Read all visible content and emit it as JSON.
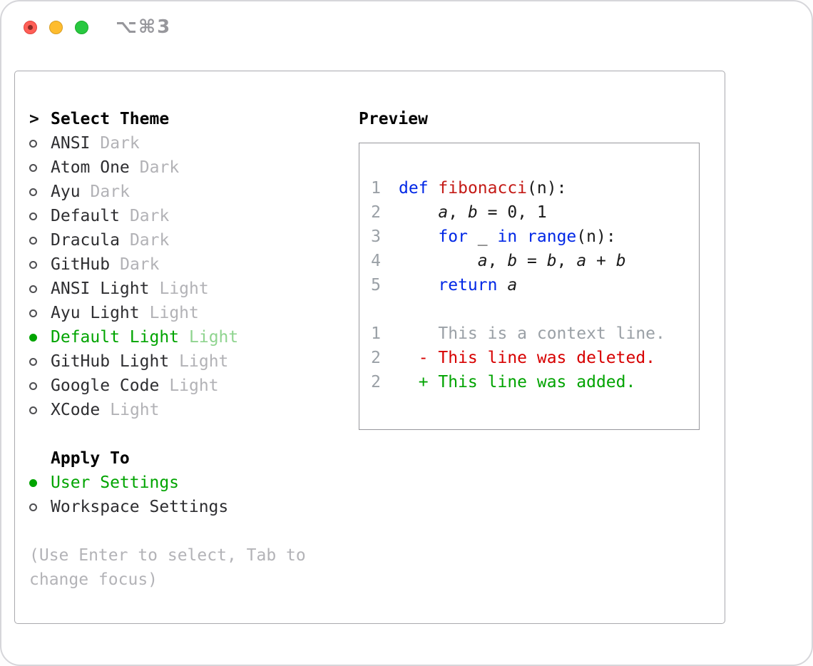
{
  "window": {
    "shortcut": "⌥⌘3"
  },
  "theme_selector": {
    "prompt": ">",
    "title": "Select Theme",
    "items": [
      {
        "name": "ANSI",
        "variant": "Dark",
        "selected": false
      },
      {
        "name": "Atom One",
        "variant": "Dark",
        "selected": false
      },
      {
        "name": "Ayu",
        "variant": "Dark",
        "selected": false
      },
      {
        "name": "Default",
        "variant": "Dark",
        "selected": false
      },
      {
        "name": "Dracula",
        "variant": "Dark",
        "selected": false
      },
      {
        "name": "GitHub",
        "variant": "Dark",
        "selected": false
      },
      {
        "name": "ANSI Light",
        "variant": "Light",
        "selected": false
      },
      {
        "name": "Ayu Light",
        "variant": "Light",
        "selected": false
      },
      {
        "name": "Default Light",
        "variant": "Light",
        "selected": true
      },
      {
        "name": "GitHub Light",
        "variant": "Light",
        "selected": false
      },
      {
        "name": "Google Code",
        "variant": "Light",
        "selected": false
      },
      {
        "name": "XCode",
        "variant": "Light",
        "selected": false
      }
    ],
    "apply_to": {
      "title": "Apply To",
      "options": [
        {
          "label": "User Settings",
          "selected": true
        },
        {
          "label": "Workspace Settings",
          "selected": false
        }
      ]
    },
    "hint": [
      "(Use Enter to select, Tab to",
      "change focus)"
    ]
  },
  "preview": {
    "title": "Preview",
    "code_lines": [
      {
        "num": "1",
        "tokens": [
          {
            "t": "def",
            "c": "kw"
          },
          {
            "t": " ",
            "c": "plain"
          },
          {
            "t": "fibonacci",
            "c": "fn"
          },
          {
            "t": "(n):",
            "c": "plain"
          }
        ]
      },
      {
        "num": "2",
        "tokens": [
          {
            "t": "    ",
            "c": "plain"
          },
          {
            "t": "a",
            "c": "it"
          },
          {
            "t": ", ",
            "c": "plain"
          },
          {
            "t": "b",
            "c": "it"
          },
          {
            "t": " = 0, 1",
            "c": "plain"
          }
        ]
      },
      {
        "num": "3",
        "tokens": [
          {
            "t": "    ",
            "c": "plain"
          },
          {
            "t": "for",
            "c": "kw"
          },
          {
            "t": " _ ",
            "c": "plain"
          },
          {
            "t": "in",
            "c": "kw"
          },
          {
            "t": " ",
            "c": "plain"
          },
          {
            "t": "range",
            "c": "kw"
          },
          {
            "t": "(n):",
            "c": "plain"
          }
        ]
      },
      {
        "num": "4",
        "tokens": [
          {
            "t": "        ",
            "c": "plain"
          },
          {
            "t": "a",
            "c": "it"
          },
          {
            "t": ", ",
            "c": "plain"
          },
          {
            "t": "b",
            "c": "it"
          },
          {
            "t": " = ",
            "c": "plain"
          },
          {
            "t": "b",
            "c": "it"
          },
          {
            "t": ", ",
            "c": "plain"
          },
          {
            "t": "a",
            "c": "it"
          },
          {
            "t": " + ",
            "c": "plain"
          },
          {
            "t": "b",
            "c": "it"
          }
        ]
      },
      {
        "num": "5",
        "tokens": [
          {
            "t": "    ",
            "c": "plain"
          },
          {
            "t": "return",
            "c": "kw"
          },
          {
            "t": " ",
            "c": "plain"
          },
          {
            "t": "a",
            "c": "it"
          }
        ]
      }
    ],
    "diff_lines": [
      {
        "num": "1",
        "text": "    This is a context line.",
        "kind": "ctx"
      },
      {
        "num": "2",
        "text": "  - This line was deleted.",
        "kind": "del"
      },
      {
        "num": "2",
        "text": "  + This line was added.",
        "kind": "add"
      }
    ]
  },
  "colors": {
    "accent_green": "#00a400",
    "keyword_blue": "#0027e6",
    "function_red": "#c41a16",
    "deleted_red": "#d70000",
    "added_green": "#00a300",
    "muted_gray": "#b2b2b6"
  }
}
